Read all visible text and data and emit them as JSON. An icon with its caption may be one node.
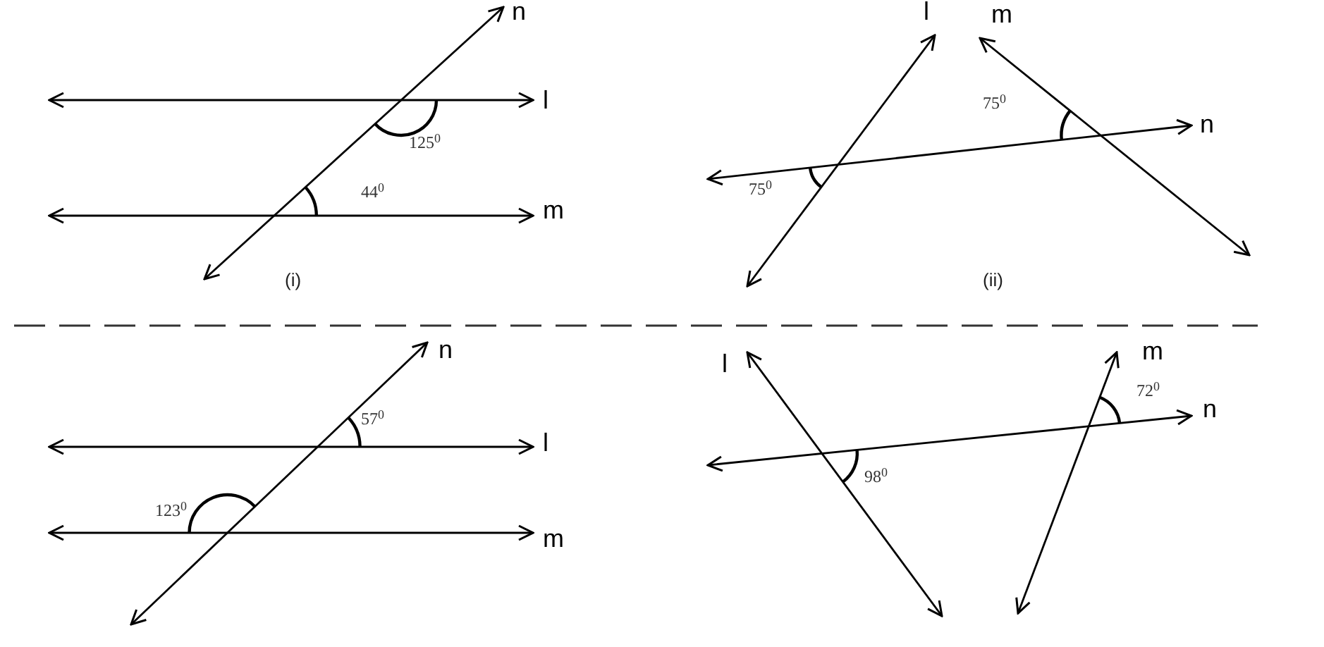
{
  "diagram": {
    "nodes": [
      {
        "text": [
          "n"
        ]
      },
      {
        "text": [
          "l"
        ]
      },
      {
        "text": [
          "m"
        ]
      },
      {
        "text": [
          "l"
        ]
      },
      {
        "text": [
          "m"
        ]
      },
      {
        "text": [
          "n"
        ]
      },
      {
        "text": [
          "n"
        ]
      },
      {
        "text": [
          "l"
        ]
      },
      {
        "text": [
          "m"
        ]
      },
      {
        "text": [
          "l"
        ]
      },
      {
        "text": [
          "m"
        ]
      },
      {
        "text": [
          "n"
        ]
      }
    ],
    "edges": [
      {
        "from": null,
        "to": 0,
        "arrow": "both"
      },
      {
        "from": null,
        "to": 1,
        "arrow": "both"
      },
      {
        "from": null,
        "to": 2,
        "arrow": "both"
      },
      {
        "from": null,
        "to": 3,
        "arrow": "both"
      },
      {
        "from": null,
        "to": 4,
        "arrow": "both"
      },
      {
        "from": null,
        "to": 5,
        "arrow": "both"
      },
      {
        "from": null,
        "to": 6,
        "arrow": "both"
      },
      {
        "from": null,
        "to": 7,
        "arrow": "both"
      },
      {
        "from": null,
        "to": 8,
        "arrow": "both"
      },
      {
        "from": null,
        "to": 9,
        "arrow": "both"
      },
      {
        "from": null,
        "to": 10,
        "arrow": "both"
      },
      {
        "from": null,
        "to": 11,
        "arrow": "both"
      }
    ],
    "labels": [
      "125$^{0}$",
      "44$^{0}$",
      "(i)",
      "75$^{0}$",
      "75$^{0}$",
      "(ii)",
      "57$^{0}$",
      "123$^{0}$",
      "98$^{0}$",
      "72$^{0}$"
    ]
  }
}
